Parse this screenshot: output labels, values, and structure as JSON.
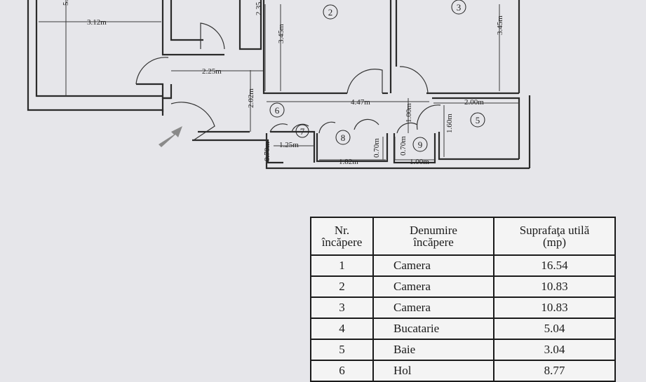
{
  "plan": {
    "dimensions": {
      "room1_width": "3.12m",
      "room1_height_partial": "5.",
      "room4_height_partial": "2.35",
      "room2_height": "3.45m",
      "room3_height": "3.45m",
      "hall_entry_width": "2.25m",
      "hall_height": "2.02m",
      "hall_length": "4.47m",
      "room5_width": "2.00m",
      "room5_height": "1.60m",
      "closet_depth": "1.00m",
      "room7_width": "1.25m",
      "room7_depth": "0.70m",
      "room8_width": "1.82m",
      "room8_depth": "0.70m",
      "room9_depth": "0.70m",
      "room9_width": "1.00m"
    },
    "room_numbers": [
      "2",
      "3",
      "5",
      "6",
      "7",
      "8",
      "9"
    ]
  },
  "table": {
    "headers": {
      "nr_line1": "Nr.",
      "nr_line2": "încăpere",
      "name_line1": "Denumire",
      "name_line2": "încăpere",
      "area_line1": "Suprafaţa utilă",
      "area_line2": "(mp)"
    },
    "rows": [
      {
        "nr": "1",
        "name": "Camera",
        "area": "16.54"
      },
      {
        "nr": "2",
        "name": "Camera",
        "area": "10.83"
      },
      {
        "nr": "3",
        "name": "Camera",
        "area": "10.83"
      },
      {
        "nr": "4",
        "name": "Bucatarie",
        "area": "5.04"
      },
      {
        "nr": "5",
        "name": "Baie",
        "area": "3.04"
      },
      {
        "nr": "6",
        "name": "Hol",
        "area": "8.77"
      }
    ]
  }
}
